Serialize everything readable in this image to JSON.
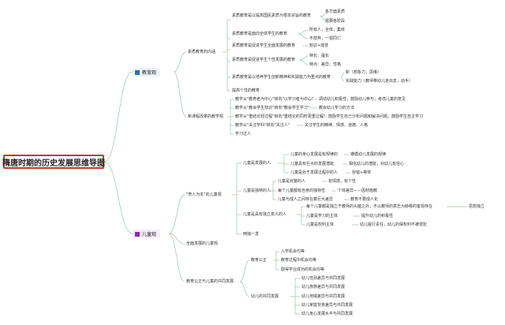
{
  "root": {
    "title": "隋唐时期的历史发展思维导图"
  },
  "branch1": {
    "label": "教育观",
    "icon": "square-icon",
    "icon_color": "#2c6fb7",
    "children": [
      {
        "label": "素质教育的内涵",
        "children": [
          {
            "label": "素质教育是以提高国民素质为根本宗旨的教育",
            "children": [
              {
                "label": "各方面素质"
              },
              {
                "label": "需要各阶段"
              }
            ]
          },
          {
            "label": "素质教育是面向全体学生的教育",
            "children": [
              {
                "label": "所有人，全体，集体"
              },
              {
                "label": "不放弃，一视同仁"
              }
            ]
          },
          {
            "label": "素质教育是促进学生全面发展的教育",
            "children": [
              {
                "label": "知识+能技"
              }
            ]
          },
          {
            "label": "素质教育是促进学生个性发展的教育",
            "children": [
              {
                "label": "特长：擅长"
              },
              {
                "label": "特点：差异、性格"
              }
            ]
          },
          {
            "label": "素质教育是以培养学生创新精神和实践能力为重点的教育",
            "children": [
              {
                "label": "新（想象力，思维）"
              },
              {
                "label": "实践能力（教师带幼儿走出去，动手）"
              }
            ]
          },
          {
            "label": "提高个性的教育"
          }
        ]
      },
      {
        "label": "新课程改革的教学观",
        "children": [
          {
            "label": "教学从\"教育者为中心\"转向\"以学习者为中心\"",
            "note": "调动幼儿积极性；鼓励幼儿参与；考虑儿童的意见"
          },
          {
            "label": "教学从\"教会学生知识\"转向\"教会学生学习\"",
            "note": "教会幼儿学习的方法"
          },
          {
            "label": "教学从\"重结论轻过程\"转向\"重结论的同时更重过程\"",
            "note": "鼓励学生自己分析问题和解决问题，鼓励学生自主学习"
          },
          {
            "label": "教学从\"关注学科\"转向\"关注人\"",
            "note": "关注学生的精神、情感、道德、人格"
          },
          {
            "label": "学习过人"
          }
        ]
      }
    ]
  },
  "branch2": {
    "label": "儿童观",
    "icon": "square-icon",
    "icon_color": "#8e2bb3",
    "children": [
      {
        "label": "\"育人为本\"的儿童观",
        "children": [
          {
            "label": "儿童是发展的人",
            "children": [
              {
                "label": "儿童的身心发展是有规律的",
                "note": "遵循幼儿发展的规律"
              },
              {
                "label": "儿童具有巨大的发展潜能",
                "note": "相信幼儿的潜能，对幼儿有信心"
              },
              {
                "label": "儿童是处于发展过程中的人",
                "note": "容错+等奖"
              }
            ]
          },
          {
            "label": "儿童是独特的人",
            "children": [
              {
                "label": "儿童是完整的人",
                "note": "有情感，有个性"
              },
              {
                "label": "每个儿童都有自身的独特性",
                "note": "个体差异——因材施教"
              },
              {
                "label": "儿童与成人之间存在着巨大差异",
                "note": "教育不要成人化"
              }
            ]
          },
          {
            "label": "儿童是具有独立意义的人",
            "children": [
              {
                "label": "每个儿童都是独立于教师的头脑之外，不以教师的意志为转移的客观存在",
                "note": "思想独立"
              },
              {
                "label": "儿童是学习的主体",
                "note": "提升幼儿的积极性"
              },
              {
                "label": "儿童是权利主体",
                "note": "幼儿履行责任，幼儿的保权利不被侵犯"
              }
            ]
          },
          {
            "label": "两独一发"
          }
        ]
      },
      {
        "label": "全面发展的儿童观"
      },
      {
        "label": "教育公正与儿童的共同发展",
        "children": [
          {
            "label": "教育公正",
            "children": [
              {
                "label": "入学机会均等"
              },
              {
                "label": "教育过程中机会均等"
              },
              {
                "label": "取得学业成功的机会均等"
              }
            ]
          },
          {
            "label": "幼儿的共同发展",
            "children": [
              {
                "label": "幼儿性别差异与共同发展"
              },
              {
                "label": "幼儿族族差异与共同发展"
              },
              {
                "label": "幼儿地域差异与共同发展"
              },
              {
                "label": "幼儿家庭背景差异与共同发展"
              },
              {
                "label": "幼儿身心发展水平与共同发展"
              }
            ]
          }
        ]
      }
    ]
  }
}
